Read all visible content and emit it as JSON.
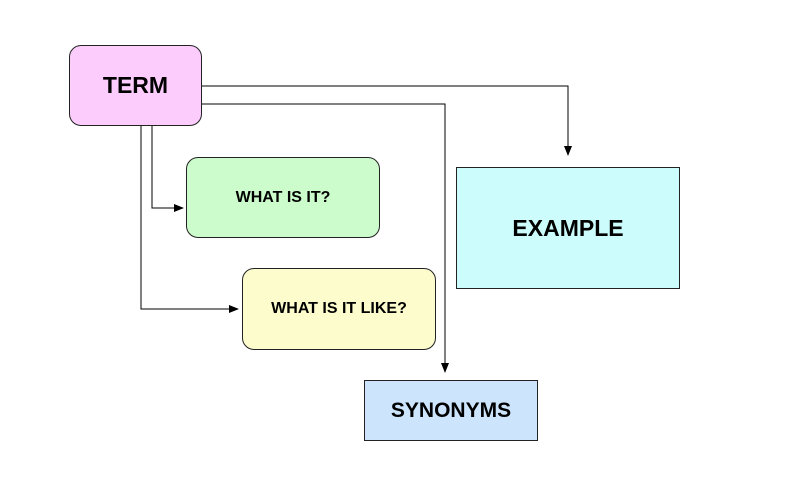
{
  "diagram": {
    "nodes": {
      "term": {
        "label": "TERM",
        "color": "#fccdfc"
      },
      "what_is_it": {
        "label": "WHAT IS IT?",
        "color": "#ccfccc"
      },
      "what_is_it_like": {
        "label": "WHAT IS IT LIKE?",
        "color": "#fcfccc"
      },
      "example": {
        "label": "EXAMPLE",
        "color": "#ccfcfc"
      },
      "synonyms": {
        "label": "SYNONYMS",
        "color": "#cce4fc"
      }
    },
    "connections": [
      {
        "from": "term",
        "to": "what_is_it"
      },
      {
        "from": "term",
        "to": "what_is_it_like"
      },
      {
        "from": "term",
        "to": "example"
      },
      {
        "from": "term",
        "to": "synonyms"
      }
    ],
    "line_color": "#000000"
  }
}
